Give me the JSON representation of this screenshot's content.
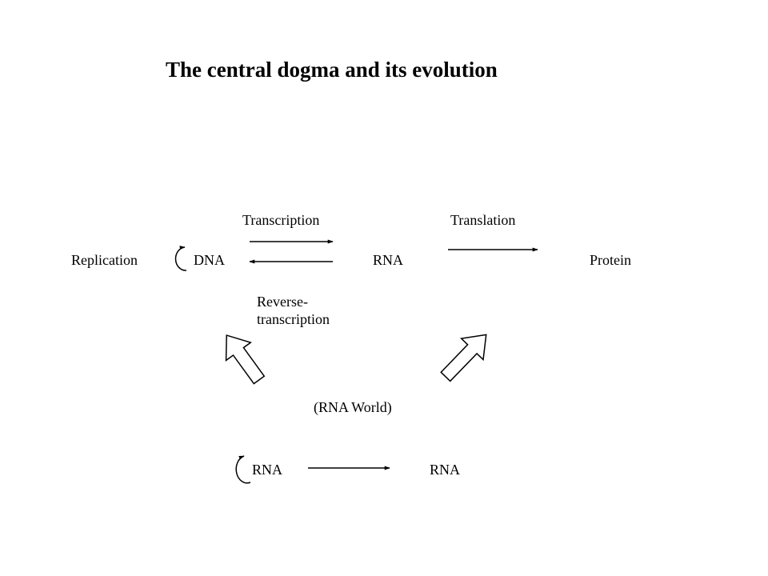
{
  "title": "The central dogma and its evolution",
  "labels": {
    "replication": "Replication",
    "dna": "DNA",
    "rna": "RNA",
    "protein": "Protein",
    "transcription": "Transcription",
    "translation": "Translation",
    "reverse_line1": "Reverse-",
    "reverse_line2": "transcription",
    "rna_world": "(RNA World)",
    "rna_bottom_left": "RNA",
    "rna_bottom_right": "RNA"
  },
  "colors": {
    "ink": "#000000",
    "background": "#ffffff"
  }
}
